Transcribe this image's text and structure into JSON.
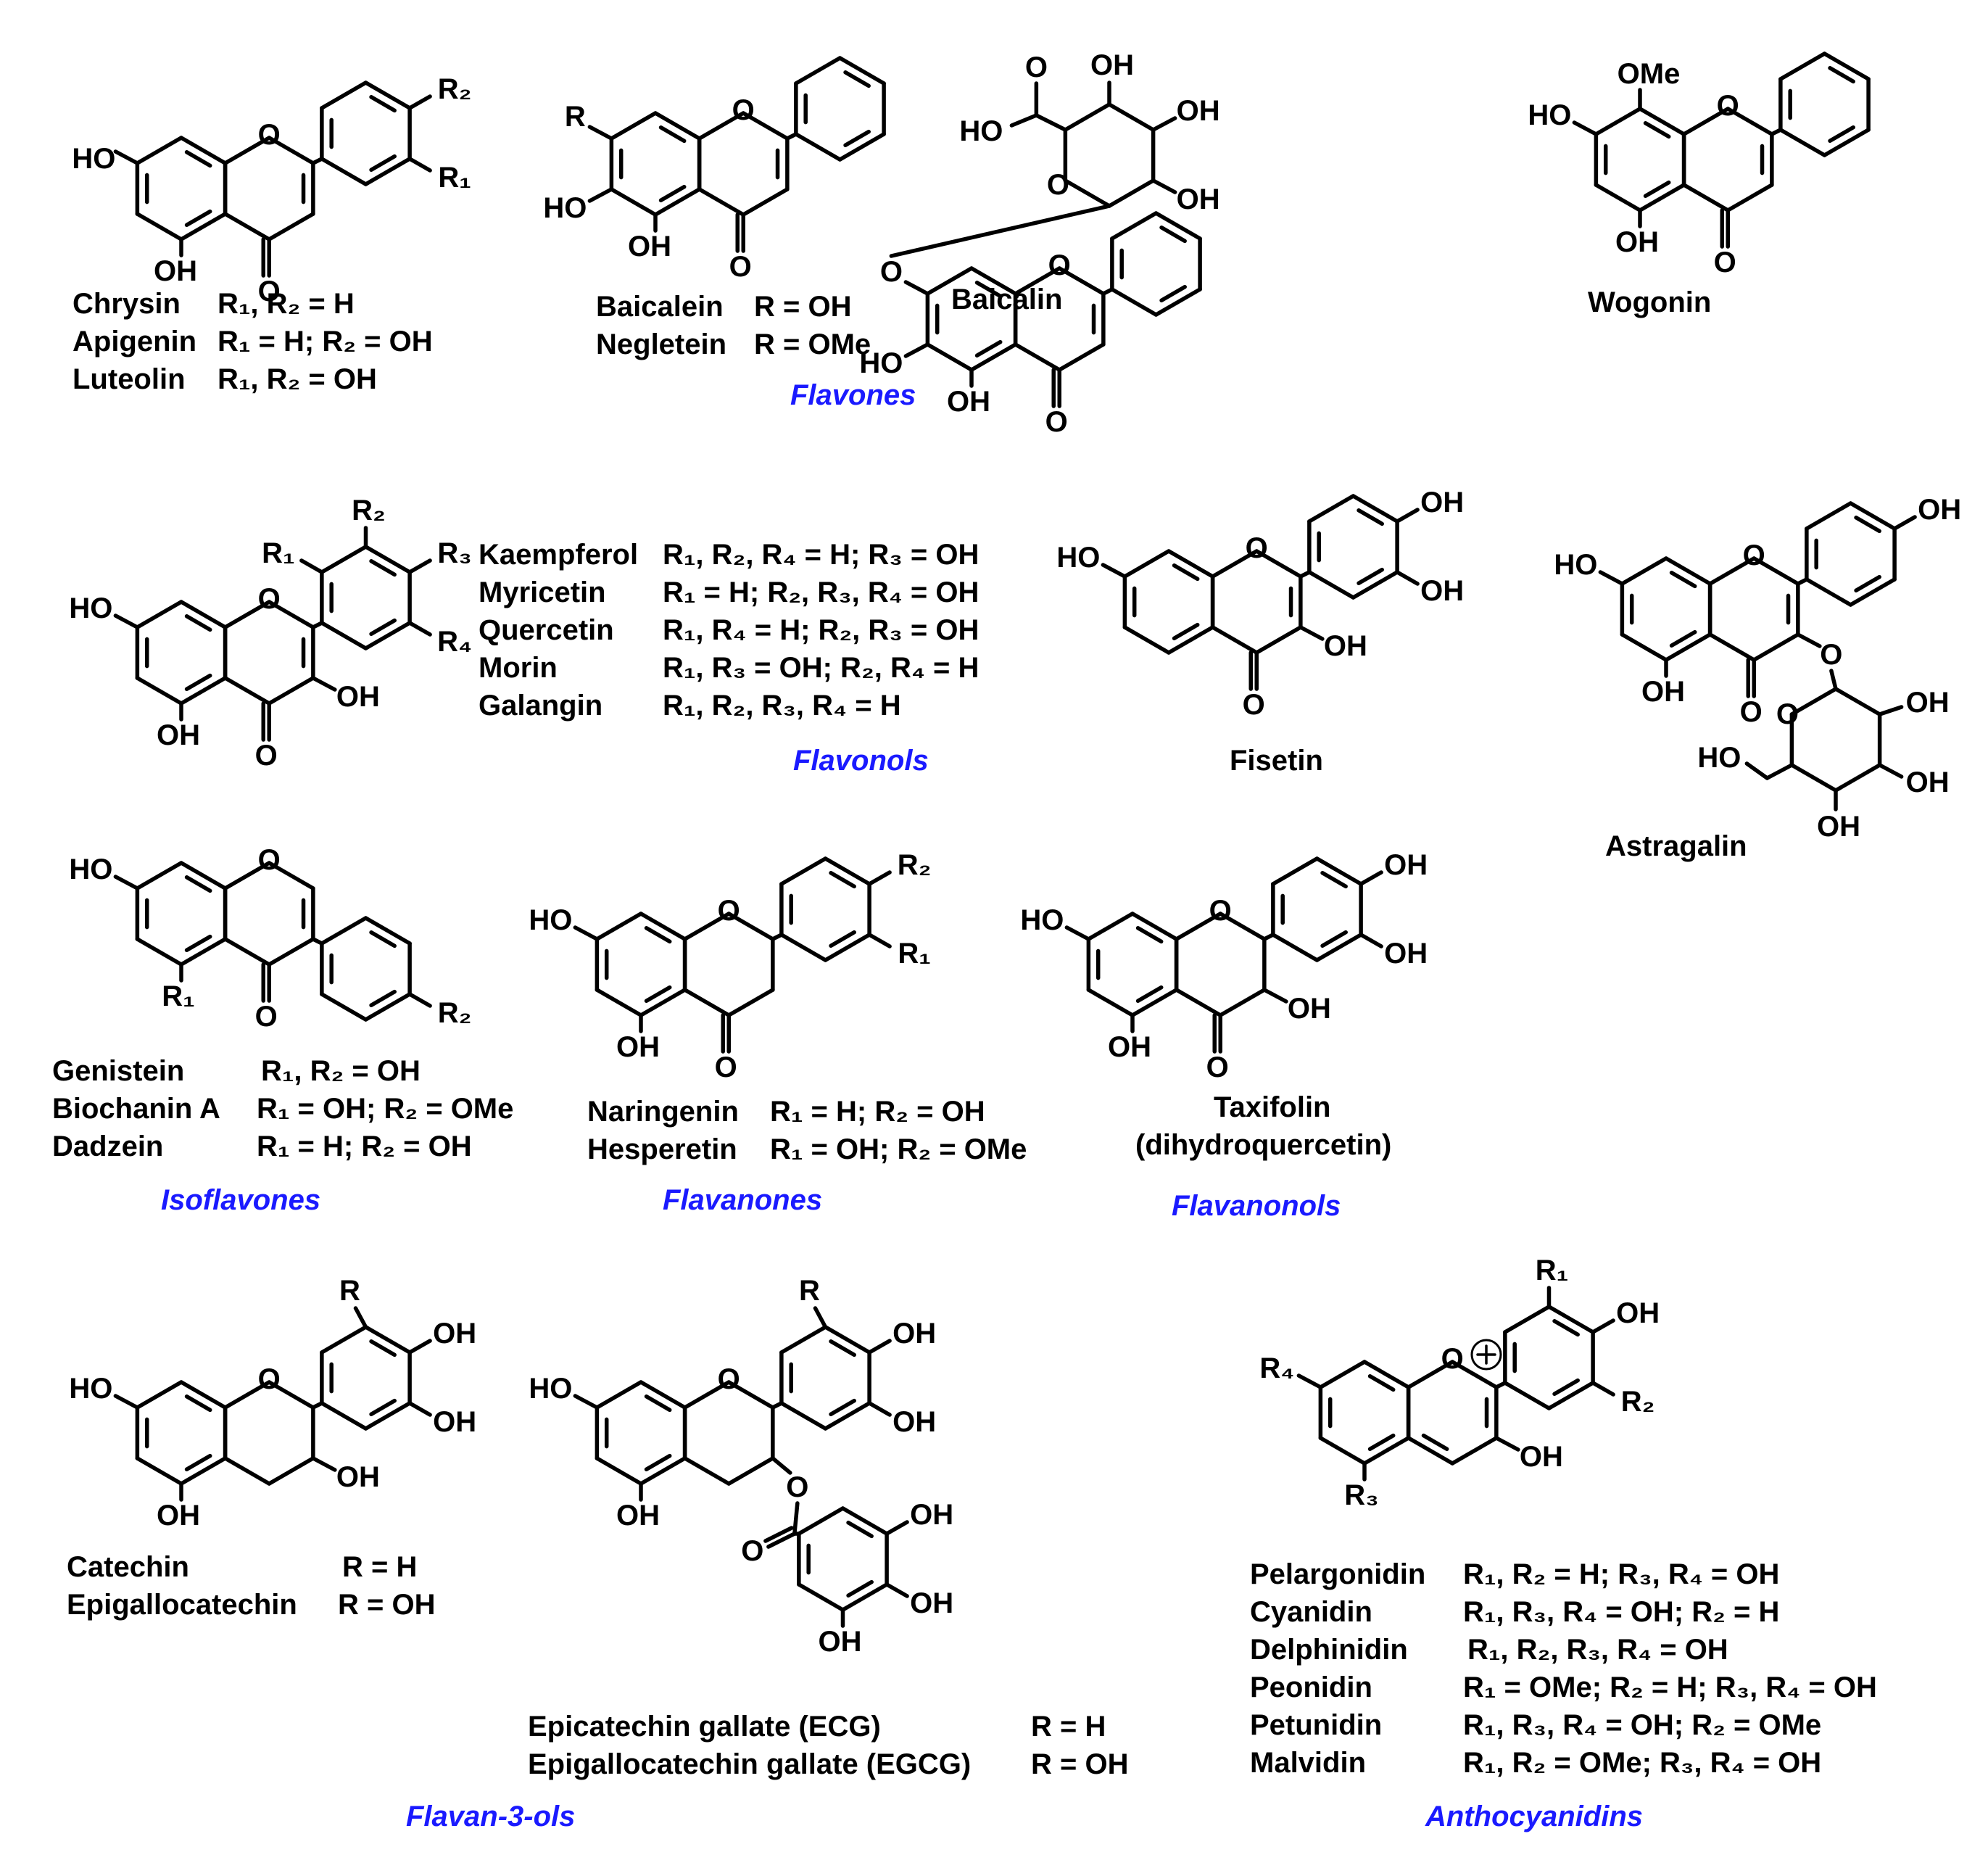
{
  "figure": {
    "classes": [
      {
        "title": "Flavones",
        "compounds": [
          {
            "structure": "chrysin-core",
            "entries": [
              {
                "name": "Chrysin",
                "subst": "R₁, R₂ = H"
              },
              {
                "name": "Apigenin",
                "subst": "R₁ = H; R₂ = OH"
              },
              {
                "name": "Luteolin",
                "subst": "R₁, R₂ = OH"
              }
            ]
          },
          {
            "structure": "baicalein-core",
            "entries": [
              {
                "name": "Baicalein",
                "subst": "R = OH"
              },
              {
                "name": "Negletein",
                "subst": "R = OMe"
              }
            ]
          },
          {
            "structure": "baicalin",
            "entries": [
              {
                "name": "Baicalin",
                "subst": ""
              }
            ]
          },
          {
            "structure": "wogonin",
            "entries": [
              {
                "name": "Wogonin",
                "subst": ""
              }
            ]
          }
        ]
      },
      {
        "title": "Flavonols",
        "compounds": [
          {
            "structure": "flavonol-core",
            "entries": [
              {
                "name": "Kaempferol",
                "subst": "R₁, R₂, R₄ = H; R₃ = OH"
              },
              {
                "name": "Myricetin",
                "subst": "R₁ = H; R₂, R₃, R₄ = OH"
              },
              {
                "name": "Quercetin",
                "subst": "R₁, R₄ = H; R₂, R₃ = OH"
              },
              {
                "name": "Morin",
                "subst": "R₁, R₃ = OH; R₂, R₄ = H"
              },
              {
                "name": "Galangin",
                "subst": "R₁, R₂, R₃, R₄ = H"
              }
            ]
          },
          {
            "structure": "fisetin",
            "entries": [
              {
                "name": "Fisetin",
                "subst": ""
              }
            ]
          },
          {
            "structure": "astragalin",
            "entries": [
              {
                "name": "Astragalin",
                "subst": ""
              }
            ]
          }
        ]
      },
      {
        "title": "Isoflavones",
        "compounds": [
          {
            "structure": "isoflavone-core",
            "entries": [
              {
                "name": "Genistein",
                "subst": "R₁, R₂ = OH"
              },
              {
                "name": "Biochanin A",
                "subst": "R₁ = OH; R₂ = OMe"
              },
              {
                "name": "Dadzein",
                "subst": "R₁ = H; R₂ = OH"
              }
            ]
          }
        ]
      },
      {
        "title": "Flavanones",
        "compounds": [
          {
            "structure": "flavanone-core",
            "entries": [
              {
                "name": "Naringenin",
                "subst": "R₁ = H; R₂ = OH"
              },
              {
                "name": "Hesperetin",
                "subst": "R₁ = OH; R₂ = OMe"
              }
            ]
          }
        ]
      },
      {
        "title": "Flavanonols",
        "compounds": [
          {
            "structure": "taxifolin",
            "entries": [
              {
                "name": "Taxifolin",
                "subst": ""
              },
              {
                "name": "(dihydroquercetin)",
                "subst": ""
              }
            ]
          }
        ]
      },
      {
        "title": "Flavan-3-ols",
        "compounds": [
          {
            "structure": "catechin-core",
            "entries": [
              {
                "name": "Catechin",
                "subst": "R = H"
              },
              {
                "name": "Epigallocatechin",
                "subst": "R = OH"
              }
            ]
          },
          {
            "structure": "gallate-core",
            "entries": [
              {
                "name": "Epicatechin gallate (ECG)",
                "subst": "R = H"
              },
              {
                "name": "Epigallocatechin gallate (EGCG)",
                "subst": "R = OH"
              }
            ]
          }
        ]
      },
      {
        "title": "Anthocyanidins",
        "compounds": [
          {
            "structure": "flavylium-core",
            "entries": [
              {
                "name": "Pelargonidin",
                "subst": "R₁, R₂ = H; R₃, R₄ = OH"
              },
              {
                "name": "Cyanidin",
                "subst": "R₁, R₃, R₄ = OH; R₂ = H"
              },
              {
                "name": "Delphinidin",
                "subst": "R₁, R₂, R₃, R₄ = OH"
              },
              {
                "name": "Peonidin",
                "subst": "R₁ = OMe; R₂ = H; R₃, R₄ = OH"
              },
              {
                "name": "Petunidin",
                "subst": "R₁, R₃, R₄ = OH; R₂ = OMe"
              },
              {
                "name": "Malvidin",
                "subst": "R₁, R₂ = OMe; R₃, R₄ = OH"
              }
            ]
          }
        ]
      }
    ],
    "atoms": {
      "OH": "OH",
      "HO": "HO",
      "O": "O",
      "OMe": "OMe",
      "R": "R",
      "R1": "R₁",
      "R2": "R₂",
      "R3": "R₃",
      "R4": "R₄"
    },
    "colors": {
      "class_title": "#1a1aff",
      "bonds": "#000000"
    }
  }
}
